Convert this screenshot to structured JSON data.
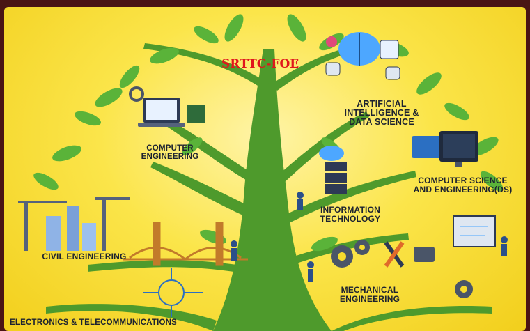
{
  "title": "SRTTC-FOE",
  "branches": {
    "computer": "COMPUTER\nENGINEERING",
    "aids": "ARTIFICIAL\nINTELLIGENCE &\nDATA SCIENCE",
    "cse_ds": "COMPUTER SCIENCE\nAND ENGINEERING(DS)",
    "it": "INFORMATION\nTECHNOLOGY",
    "civil": "CIVIL ENGINEERING",
    "mechanical": "MECHANICAL\nENGINEERING",
    "entc": "ELECTRONICS & TELECOMMUNICATIONS"
  },
  "icons": [
    "laptop-icon",
    "brain-icon",
    "robot-icon",
    "chart-icon",
    "code-monitor-icon",
    "cloud-server-icon",
    "gears-icon",
    "wrench-icon",
    "engine-icon",
    "crane-icon",
    "bridge-icon",
    "circuit-icon",
    "blueprint-icon"
  ],
  "colors": {
    "background": "#f7dc2e",
    "leaf": "#5ab339",
    "trunk": "#4e9a2c",
    "title": "#e0161c",
    "frame": "#4a1414"
  }
}
